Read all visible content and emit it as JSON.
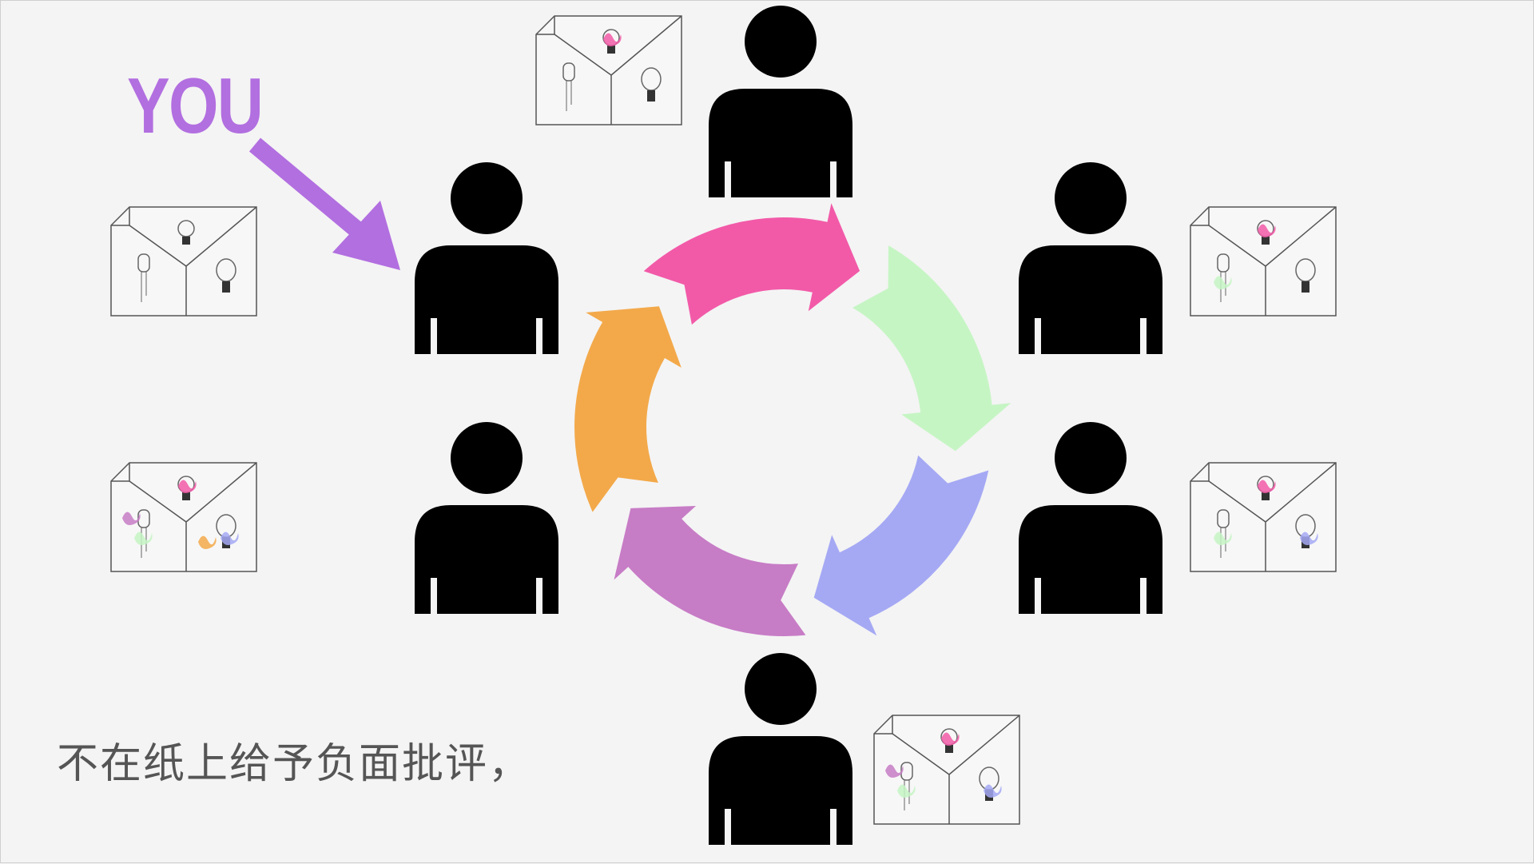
{
  "you_label": "YOU",
  "caption": "不在纸上给予负面批评，",
  "colors": {
    "accent_purple": "#b26fe0",
    "cycle": [
      "#f25aa8",
      "#c6f5c4",
      "#a5a9f4",
      "#c77cc6",
      "#f3a94a"
    ],
    "person": "#000000",
    "caption": "#555555"
  },
  "cycle_segments": [
    {
      "name": "pink",
      "color": "#f25aa8"
    },
    {
      "name": "green",
      "color": "#c6f5c4"
    },
    {
      "name": "blue",
      "color": "#a5a9f4"
    },
    {
      "name": "purple",
      "color": "#c77cc6"
    },
    {
      "name": "orange",
      "color": "#f3a94a"
    }
  ],
  "idea_sheets": [
    {
      "scribbles": [
        "#f25aa8"
      ]
    },
    {
      "scribbles": []
    },
    {
      "scribbles": [
        "#f25aa8",
        "#c6f5c4"
      ]
    },
    {
      "scribbles": [
        "#f25aa8",
        "#c6f5c4",
        "#a5a9f4",
        "#c77cc6",
        "#f3a94a"
      ]
    },
    {
      "scribbles": [
        "#f25aa8",
        "#c6f5c4",
        "#a5a9f4"
      ]
    },
    {
      "scribbles": [
        "#f25aa8",
        "#c6f5c4",
        "#a5a9f4",
        "#c77cc6"
      ]
    }
  ]
}
